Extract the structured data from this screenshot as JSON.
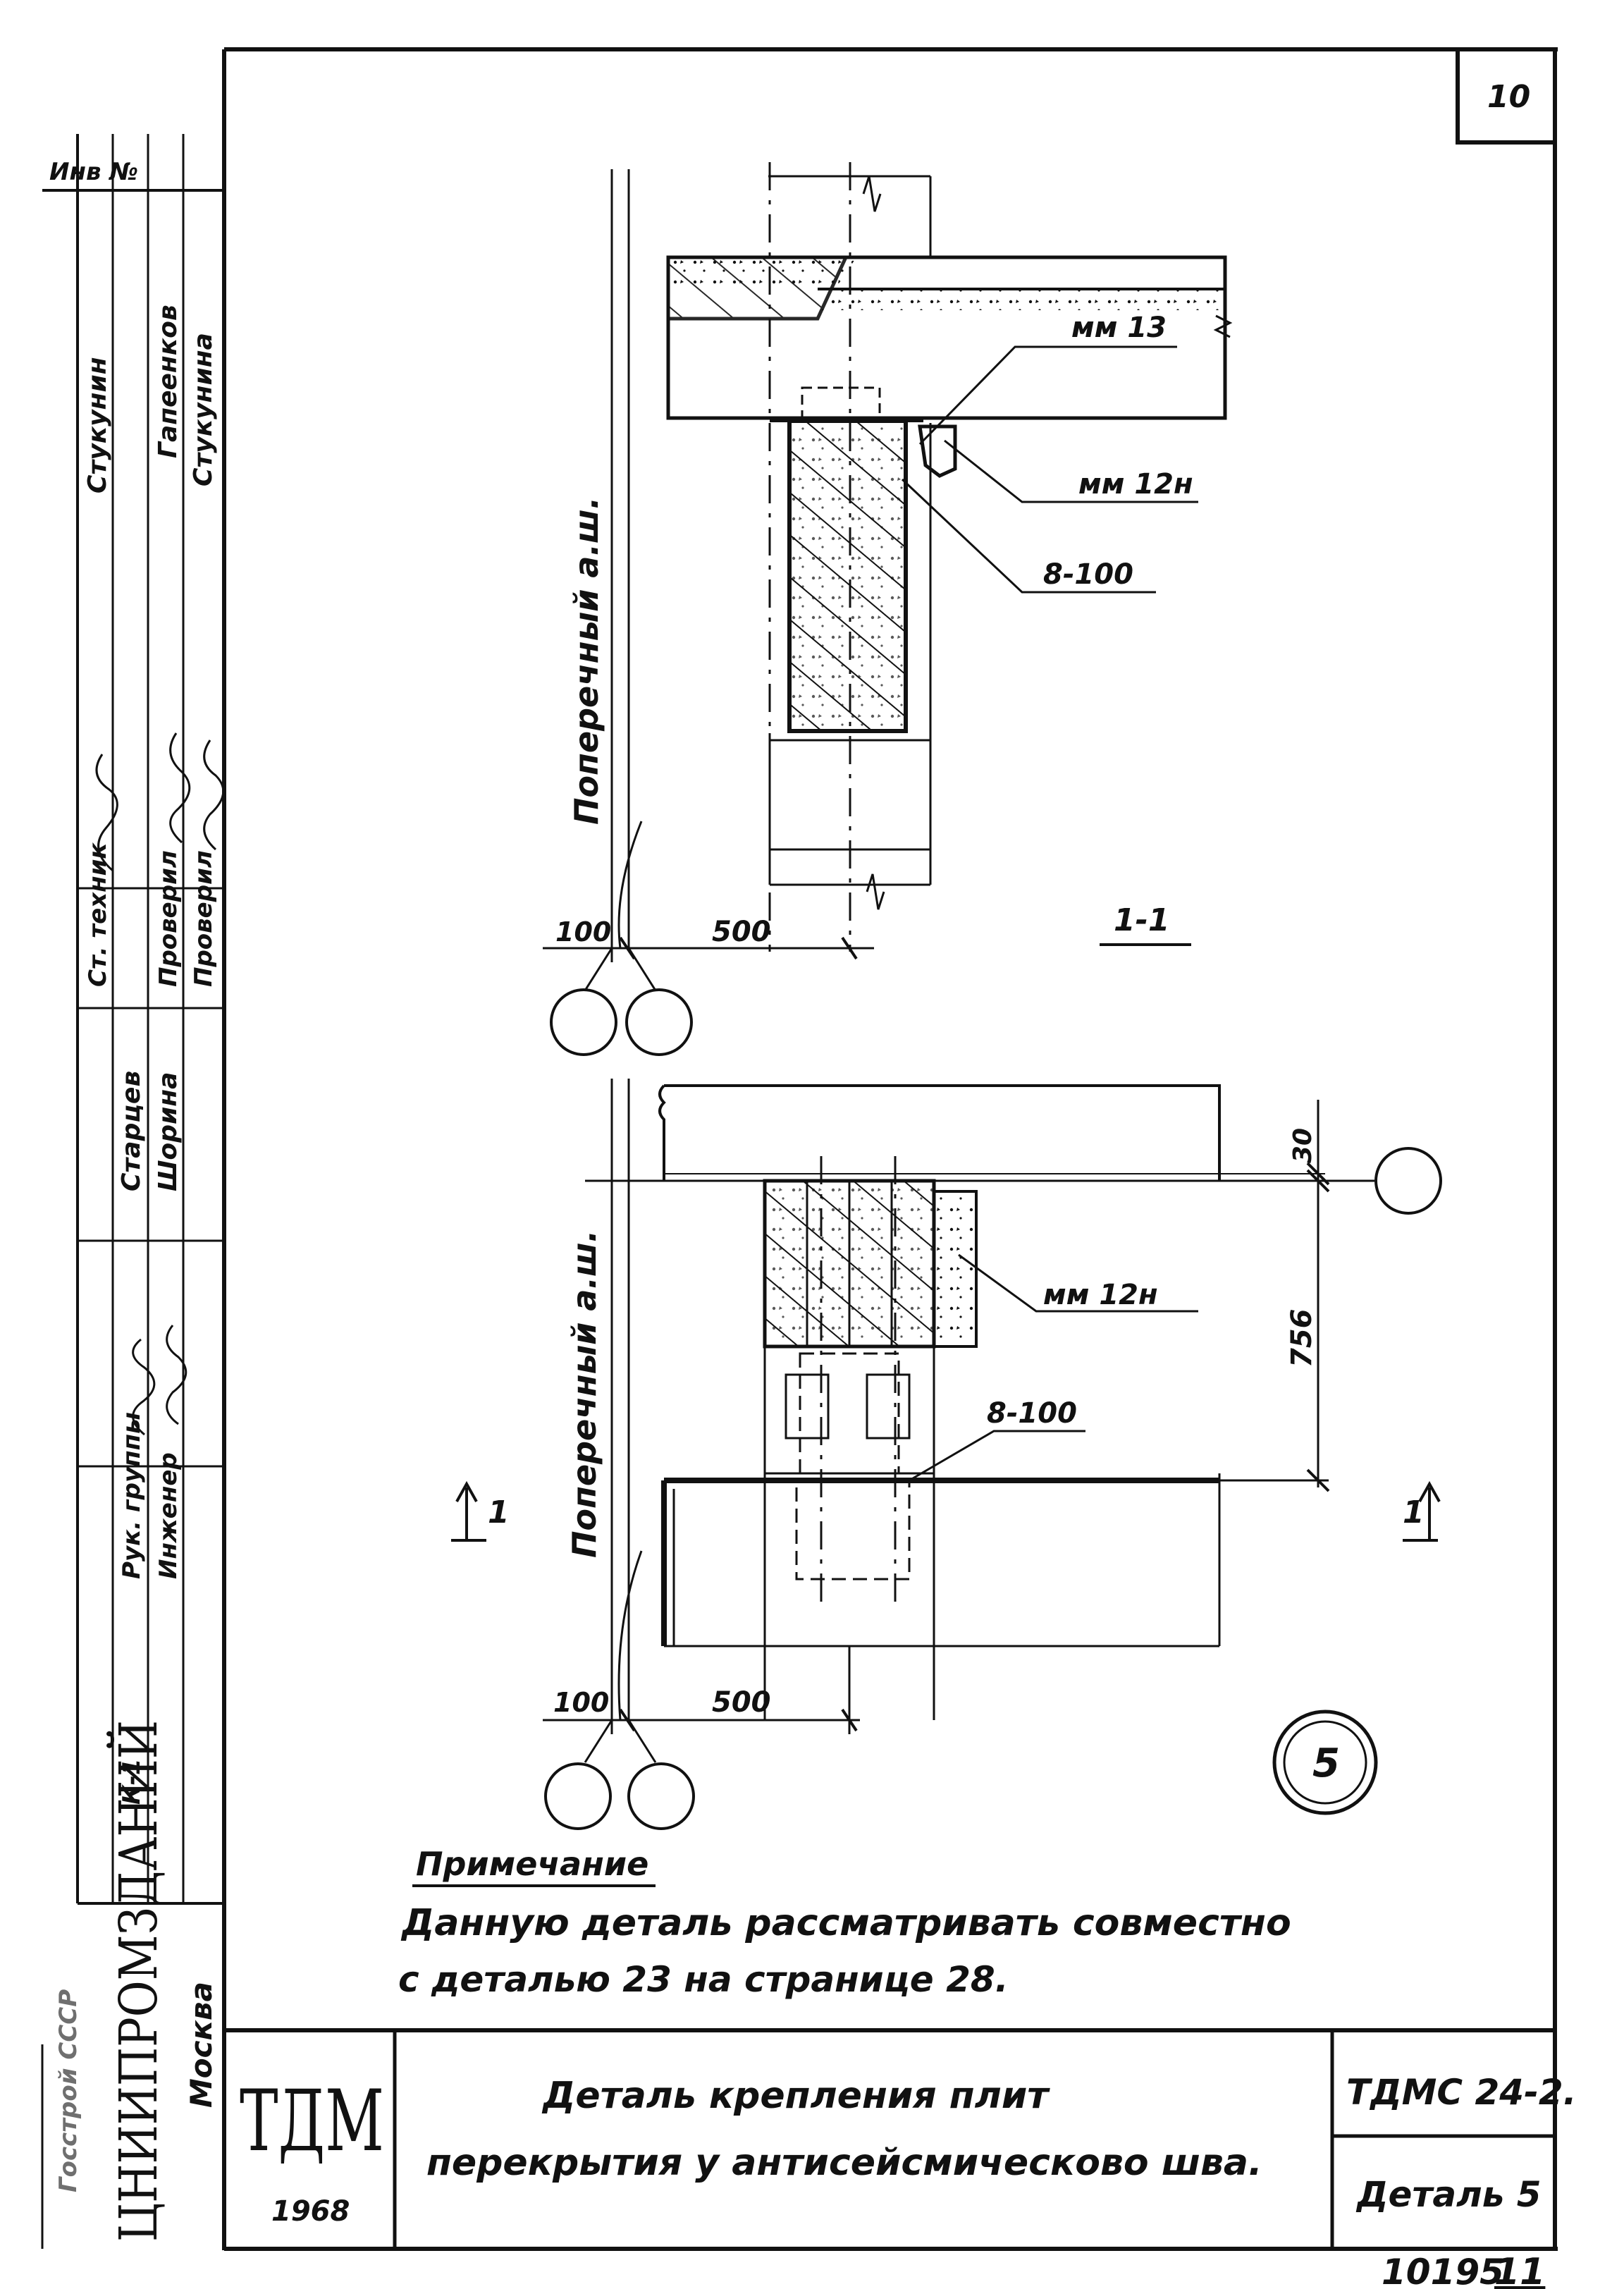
{
  "sheet": {
    "number": "10",
    "archive_number": "10195",
    "archive_sheet": "11"
  },
  "side_stamp": {
    "inv_label": "Инв №",
    "org_top": "Госстрой СССР",
    "org_name": "ЦНИИПРОМЗДАНИЙ",
    "city": "Москва",
    "rows": [
      {
        "role": "Рук. группы",
        "sign": "подпись",
        "name": "Старцев"
      },
      {
        "role": "Инженер",
        "sign": "подпись",
        "name": "Шорина"
      },
      {
        "role": "Ст. техник",
        "sign": "подпись",
        "name": "Стукунин"
      },
      {
        "role": "Проверил",
        "sign": "подпись",
        "name": "Гапеенков"
      },
      {
        "role": "Проверил",
        "sign": "подпись",
        "name": "Стукунина"
      }
    ],
    "misc": "К-1"
  },
  "section_top": {
    "axis_label": "Поперечный   а.ш.",
    "dim_left": "100",
    "dim_right": "500",
    "section_mark": "1-1",
    "callouts": [
      "мм 13",
      "мм 12н",
      "8-100"
    ]
  },
  "plan_bottom": {
    "axis_label": "Поперечный   а.ш.",
    "dim_left": "100",
    "dim_right": "500",
    "dim_gap": "30",
    "dim_height": "756",
    "cut_left": "1",
    "cut_right": "1",
    "callouts": [
      "мм 12н",
      "8-100"
    ]
  },
  "detail_circle": "5",
  "note": {
    "title": "Примечание",
    "line1": "Данную деталь рассматривать совместно",
    "line2": "с деталью 23   на   странице 28."
  },
  "title_block": {
    "logo": "ТДМ",
    "year": "1968",
    "title_line1": "Деталь   крепления   плит",
    "title_line2": "перекрытия  у  антисейсмическово  шва.",
    "code": "ТДМС 24-2.",
    "detail": "Деталь 5"
  }
}
